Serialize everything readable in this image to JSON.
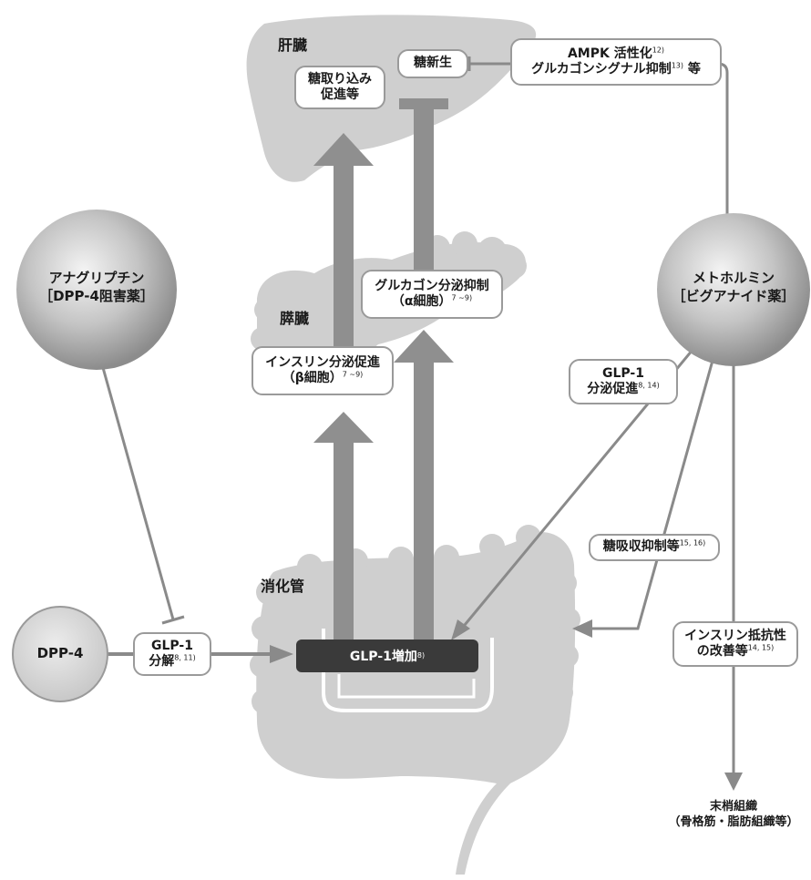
{
  "organs": {
    "liver": "肝臓",
    "pancreas": "膵臓",
    "gut": "消化管"
  },
  "liver_boxes": {
    "glucose_uptake": {
      "line1": "糖取り込み",
      "line2": "促進等"
    },
    "gluconeogenesis": "糖新生"
  },
  "ampk_box": {
    "line1": "AMPK 活性化",
    "line1_ref": "12)",
    "line2": "グルカゴンシグナル抑制",
    "line2_ref": "13)",
    "line2_tail": "等"
  },
  "glucagon_box": {
    "line1": "グルカゴン分泌抑制",
    "line2": "（α細胞）",
    "line2_ref": "7 ~9)"
  },
  "insulin_box": {
    "line1": "インスリン分泌促進",
    "line2": "（β細胞）",
    "line2_ref": "7 ~9)"
  },
  "drugs": {
    "anagliptin": {
      "line1": "アナグリプチン",
      "line2": "［DPP-4阻害薬］"
    },
    "metformin": {
      "line1": "メトホルミン",
      "line2": "［ビグアナイド薬］"
    }
  },
  "dpp4": "DPP-4",
  "glp1_breakdown": {
    "line1": "GLP-1",
    "line2": "分解",
    "ref": "8, 11)"
  },
  "glp1_increase": {
    "label": "GLP-1増加",
    "ref": "8)"
  },
  "glp1_secretion": {
    "line1": "GLP-1",
    "line2": "分泌促進",
    "ref": "8, 14)"
  },
  "sugar_absorption": {
    "label": "糖吸収抑制等",
    "ref": "15, 16)"
  },
  "insulin_resistance": {
    "line1": "インスリン抵抗性",
    "line2": "の改善等",
    "ref": "14, 15)"
  },
  "peripheral": {
    "line1": "末梢組織",
    "line2": "（骨格筋・脂肪組織等）"
  },
  "colors": {
    "organ": "#cfcfcf",
    "arrow": "#8f8f8f",
    "line": "#8a8a8a",
    "dark": "#3a3a3a"
  }
}
